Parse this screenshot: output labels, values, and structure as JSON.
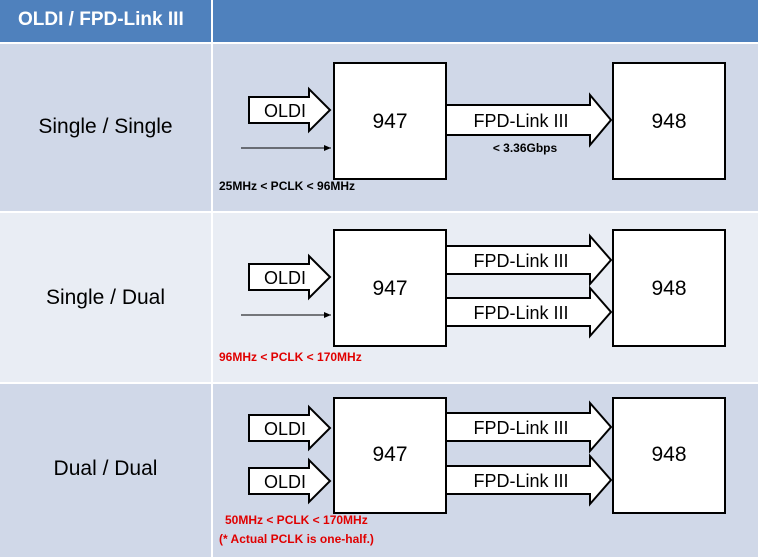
{
  "header": {
    "title": "OLDI / FPD-Link III"
  },
  "colors": {
    "header": "#4f81bd",
    "row_dark": "#d0d8e8",
    "row_light": "#e9edf4",
    "note_red": "#e00000",
    "note_black": "#000000"
  },
  "rows": [
    {
      "label": "Single / Single",
      "inputs": [
        "OLDI"
      ],
      "serializer": "947",
      "links": [
        "FPD-Link III"
      ],
      "deserializer": "948",
      "rate": "< 3.36Gbps",
      "notes": [
        "25MHz < PCLK < 96MHz"
      ]
    },
    {
      "label": "Single / Dual",
      "inputs": [
        "OLDI"
      ],
      "serializer": "947",
      "links": [
        "FPD-Link III",
        "FPD-Link III"
      ],
      "deserializer": "948",
      "notes": [
        "96MHz < PCLK < 170MHz"
      ]
    },
    {
      "label": "Dual / Dual",
      "inputs": [
        "OLDI",
        "OLDI"
      ],
      "serializer": "947",
      "links": [
        "FPD-Link III",
        "FPD-Link III"
      ],
      "deserializer": "948",
      "notes": [
        "50MHz < PCLK < 170MHz",
        "(* Actual PCLK is one-half.)"
      ]
    }
  ]
}
